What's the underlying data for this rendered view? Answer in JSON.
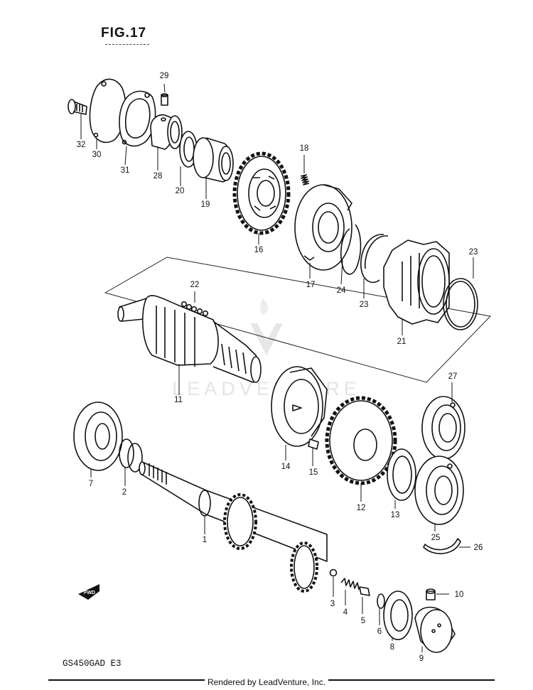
{
  "figure": {
    "title": "FIG.17",
    "model_code": "GS450GAD  E3"
  },
  "footer": {
    "credit": "Rendered by LeadVenture, Inc."
  },
  "watermark": {
    "text": "LEADVENTURE"
  },
  "fwd_icon": {
    "text": "FWD"
  },
  "callouts": {
    "c1": "1",
    "c2": "2",
    "c3": "3",
    "c4": "4",
    "c5": "5",
    "c6": "6",
    "c7": "7",
    "c8": "8",
    "c9": "9",
    "c10": "10",
    "c11": "11",
    "c12": "12",
    "c13": "13",
    "c14": "14",
    "c15": "15",
    "c16": "16",
    "c17": "17",
    "c18": "18",
    "c19": "19",
    "c20": "20",
    "c21": "21",
    "c22": "22",
    "c23a": "23",
    "c23b": "23",
    "c24": "24",
    "c25": "25",
    "c26": "26",
    "c27": "27",
    "c28": "28",
    "c29": "29",
    "c30": "30",
    "c31": "31",
    "c32": "32"
  }
}
